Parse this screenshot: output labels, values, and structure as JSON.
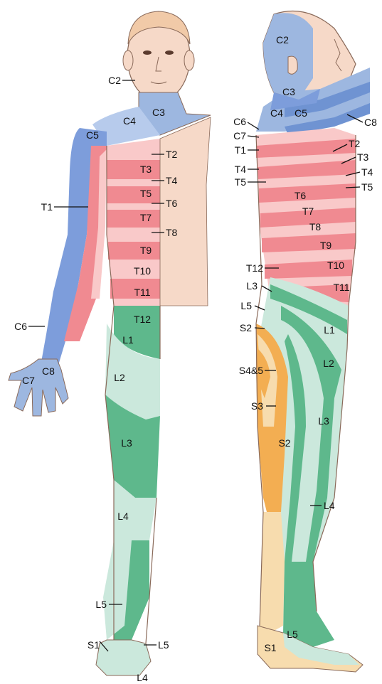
{
  "colors": {
    "skin": "#f6d9c8",
    "cervical": "#9db7e0",
    "cervical_dark": "#6f93d2",
    "thoracic_light": "#f9c9c9",
    "thoracic_dark": "#f08a91",
    "lumbar_light": "#cbe8dc",
    "lumbar_dark": "#5eb88c",
    "sacral_light": "#f7dcae",
    "sacral_dark": "#f3ae52"
  },
  "front_labels": {
    "c2": "C2",
    "c3": "C3",
    "c4": "C4",
    "c5": "C5",
    "c6": "C6",
    "c7": "C7",
    "c8": "C8",
    "t1": "T1",
    "t2": "T2",
    "t3": "T3",
    "t4": "T4",
    "t5": "T5",
    "t6": "T6",
    "t7": "T7",
    "t8": "T8",
    "t9": "T9",
    "t10": "T10",
    "t11": "T11",
    "t12": "T12",
    "l1": "L1",
    "l2": "L2",
    "l3": "L3",
    "l4": "L4",
    "l5": "L5",
    "l4_foot": "L4",
    "l5_foot": "L5",
    "s1": "S1"
  },
  "side_labels": {
    "c2": "C2",
    "c3": "C3",
    "c4": "C4",
    "c5": "C5",
    "c6": "C6",
    "c7": "C7",
    "c8": "C8",
    "t1": "T1",
    "t2": "T2",
    "t3": "T3",
    "t4": "T4",
    "t5": "T5",
    "t5r": "T5",
    "t4r": "T4",
    "t6": "T6",
    "t7": "T7",
    "t8": "T8",
    "t9": "T9",
    "t10": "T10",
    "t11": "T11",
    "t12": "T12",
    "l1": "L1",
    "l2": "L2",
    "l3": "L3",
    "l3b": "L3",
    "l4": "L4",
    "l5": "L5",
    "l5b": "L5",
    "s1": "S1",
    "s2": "S2",
    "s2b": "S2",
    "s3": "S3",
    "s45": "S4&5"
  }
}
